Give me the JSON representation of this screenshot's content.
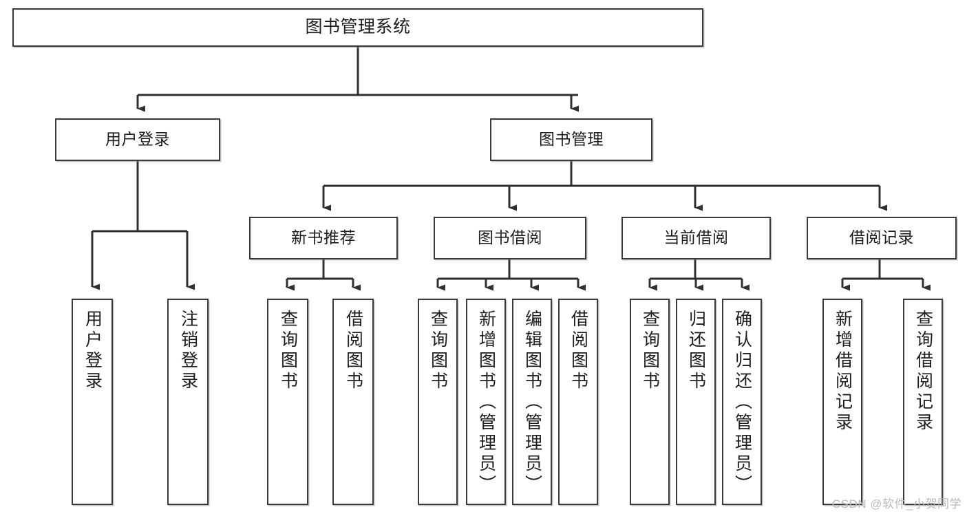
{
  "diagram": {
    "type": "hierarchy-tree",
    "title": "图书管理系统",
    "watermark": "CSDN @软件_小贺同学",
    "colors": {
      "stroke": "#3a3a3a",
      "box_fill": "#ffffff",
      "text": "#1d1d1d",
      "watermark": "#b9b9b9",
      "background": "#ffffff"
    },
    "root": {
      "label": "图书管理系统"
    },
    "level2": [
      {
        "label": "用户登录"
      },
      {
        "label": "图书管理"
      }
    ],
    "level3": [
      {
        "label": "新书推荐"
      },
      {
        "label": "图书借阅"
      },
      {
        "label": "当前借阅"
      },
      {
        "label": "借阅记录"
      }
    ],
    "leaves": {
      "user_login": [
        {
          "label": "用户登录"
        },
        {
          "label": "注销登录"
        }
      ],
      "new_book_recommend": [
        {
          "label": "查询图书"
        },
        {
          "label": "借阅图书"
        }
      ],
      "book_borrow": [
        {
          "label": "查询图书"
        },
        {
          "label": "新增图书（管理员）"
        },
        {
          "label": "编辑图书（管理员）"
        },
        {
          "label": "借阅图书"
        }
      ],
      "current_borrow": [
        {
          "label": "查询图书"
        },
        {
          "label": "归还图书"
        },
        {
          "label": "确认归还（管理员）"
        }
      ],
      "borrow_record": [
        {
          "label": "新增借阅记录"
        },
        {
          "label": "查询借阅记录"
        }
      ]
    }
  }
}
